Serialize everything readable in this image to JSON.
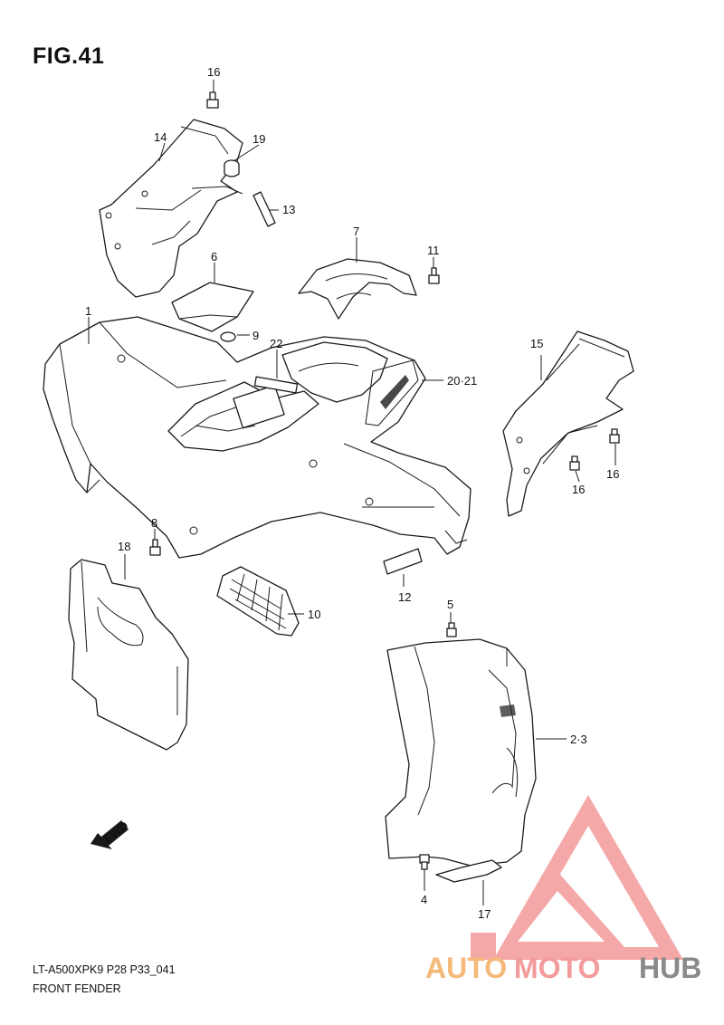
{
  "figure_title": "FIG.41",
  "callouts": {
    "p1": "1",
    "p2_3": "2·3",
    "p4": "4",
    "p5": "5",
    "p6": "6",
    "p7": "7",
    "p8": "8",
    "p9": "9",
    "p10": "10",
    "p11": "11",
    "p12": "12",
    "p13": "13",
    "p14": "14",
    "p15": "15",
    "p16a": "16",
    "p16b": "16",
    "p16c": "16",
    "p17": "17",
    "p18": "18",
    "p19": "19",
    "p20_21": "20·21",
    "p22": "22"
  },
  "direction_label": "FWD",
  "footer": {
    "code": "LT-A500XPK9 P28 P33_041",
    "name": "FRONT FENDER"
  },
  "watermark": {
    "part1": "AUTO",
    "part2": "MOTO",
    "part3": "HUB",
    "color_orange": "#f5b97a",
    "color_pink": "#f39a9a",
    "color_gray": "#8a8a8a"
  }
}
